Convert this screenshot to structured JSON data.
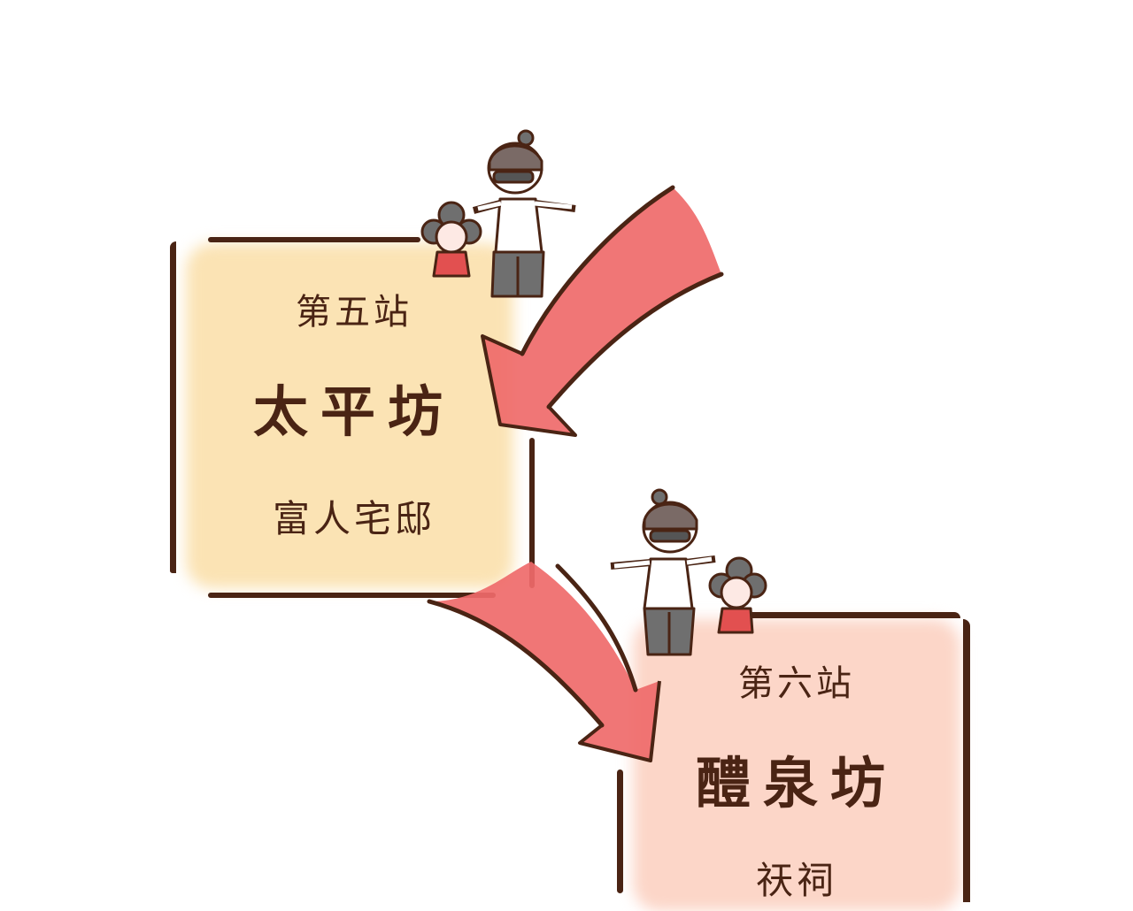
{
  "stations": [
    {
      "label": "第五站",
      "name": "太平坊",
      "description": "富人宅邸",
      "fill_color": "#fbe3b4"
    },
    {
      "label": "第六站",
      "name": "醴泉坊",
      "description": "祆祠",
      "fill_color": "#fcd6c8"
    }
  ],
  "colors": {
    "outline": "#4a2414",
    "arrow": "#ef6a6a",
    "character_shirt": "#ffffff",
    "character_pants": "#6f6f6f",
    "child_dress": "#e25050"
  }
}
